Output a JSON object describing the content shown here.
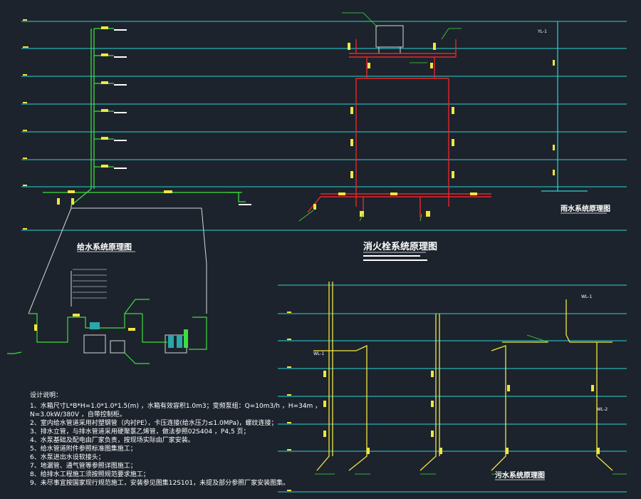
{
  "titles": {
    "water_supply": "给水系统原理图",
    "fire_hydrant": "消火栓系统原理图",
    "rainwater": "雨水系统原理图",
    "sewage": "污水系统原理图"
  },
  "notes": {
    "heading": "设计说明：",
    "lines": [
      "1、水箱尺寸L*B*H=1.0*1.0*1.5(m) ，水箱有效容积1.0m3；变频泵组：Q=10m3/h ，H=34m ，",
      "N=3.0kW/380V ，自带控制柜。",
      "2、室内给水管道采用衬塑钢管（内衬PE），卡压连接(给水压力≤1.0MPa)，螺纹连接；",
      "3、排水立管，与排水管道采用硬聚氯乙烯管，做法参照02S404 ，P4,5 页；",
      "4、水泵基础及配电由厂家负责，按现场实际由厂家安装。",
      "5、给水管道附件参照标准图集施工；",
      "6、水泵进出水设软接头；",
      "7、地漏管、通气管等参照详图施工；",
      "8、给排水工程施工须按照规范要求施工；",
      "9、未尽事宜按国家现行规范施工，安装参见图集12S101，未提及部分参照厂家安装图集。"
    ]
  },
  "labels": {
    "wall_tag": "WL-1",
    "rain_tag": "YL-1",
    "sewage_tag1": "WL-1",
    "sewage_tag2": "WL-2"
  },
  "colors": {
    "background": "#1c232c",
    "floor_line": "#2ad4d4",
    "water_pipe": "#3fdc3f",
    "fire_pipe": "#e8262b",
    "drain_pipe": "#f2e640",
    "rain_pipe": "#2ad4d4",
    "outline": "#d8d8d8",
    "label_box": "#f2e640"
  }
}
